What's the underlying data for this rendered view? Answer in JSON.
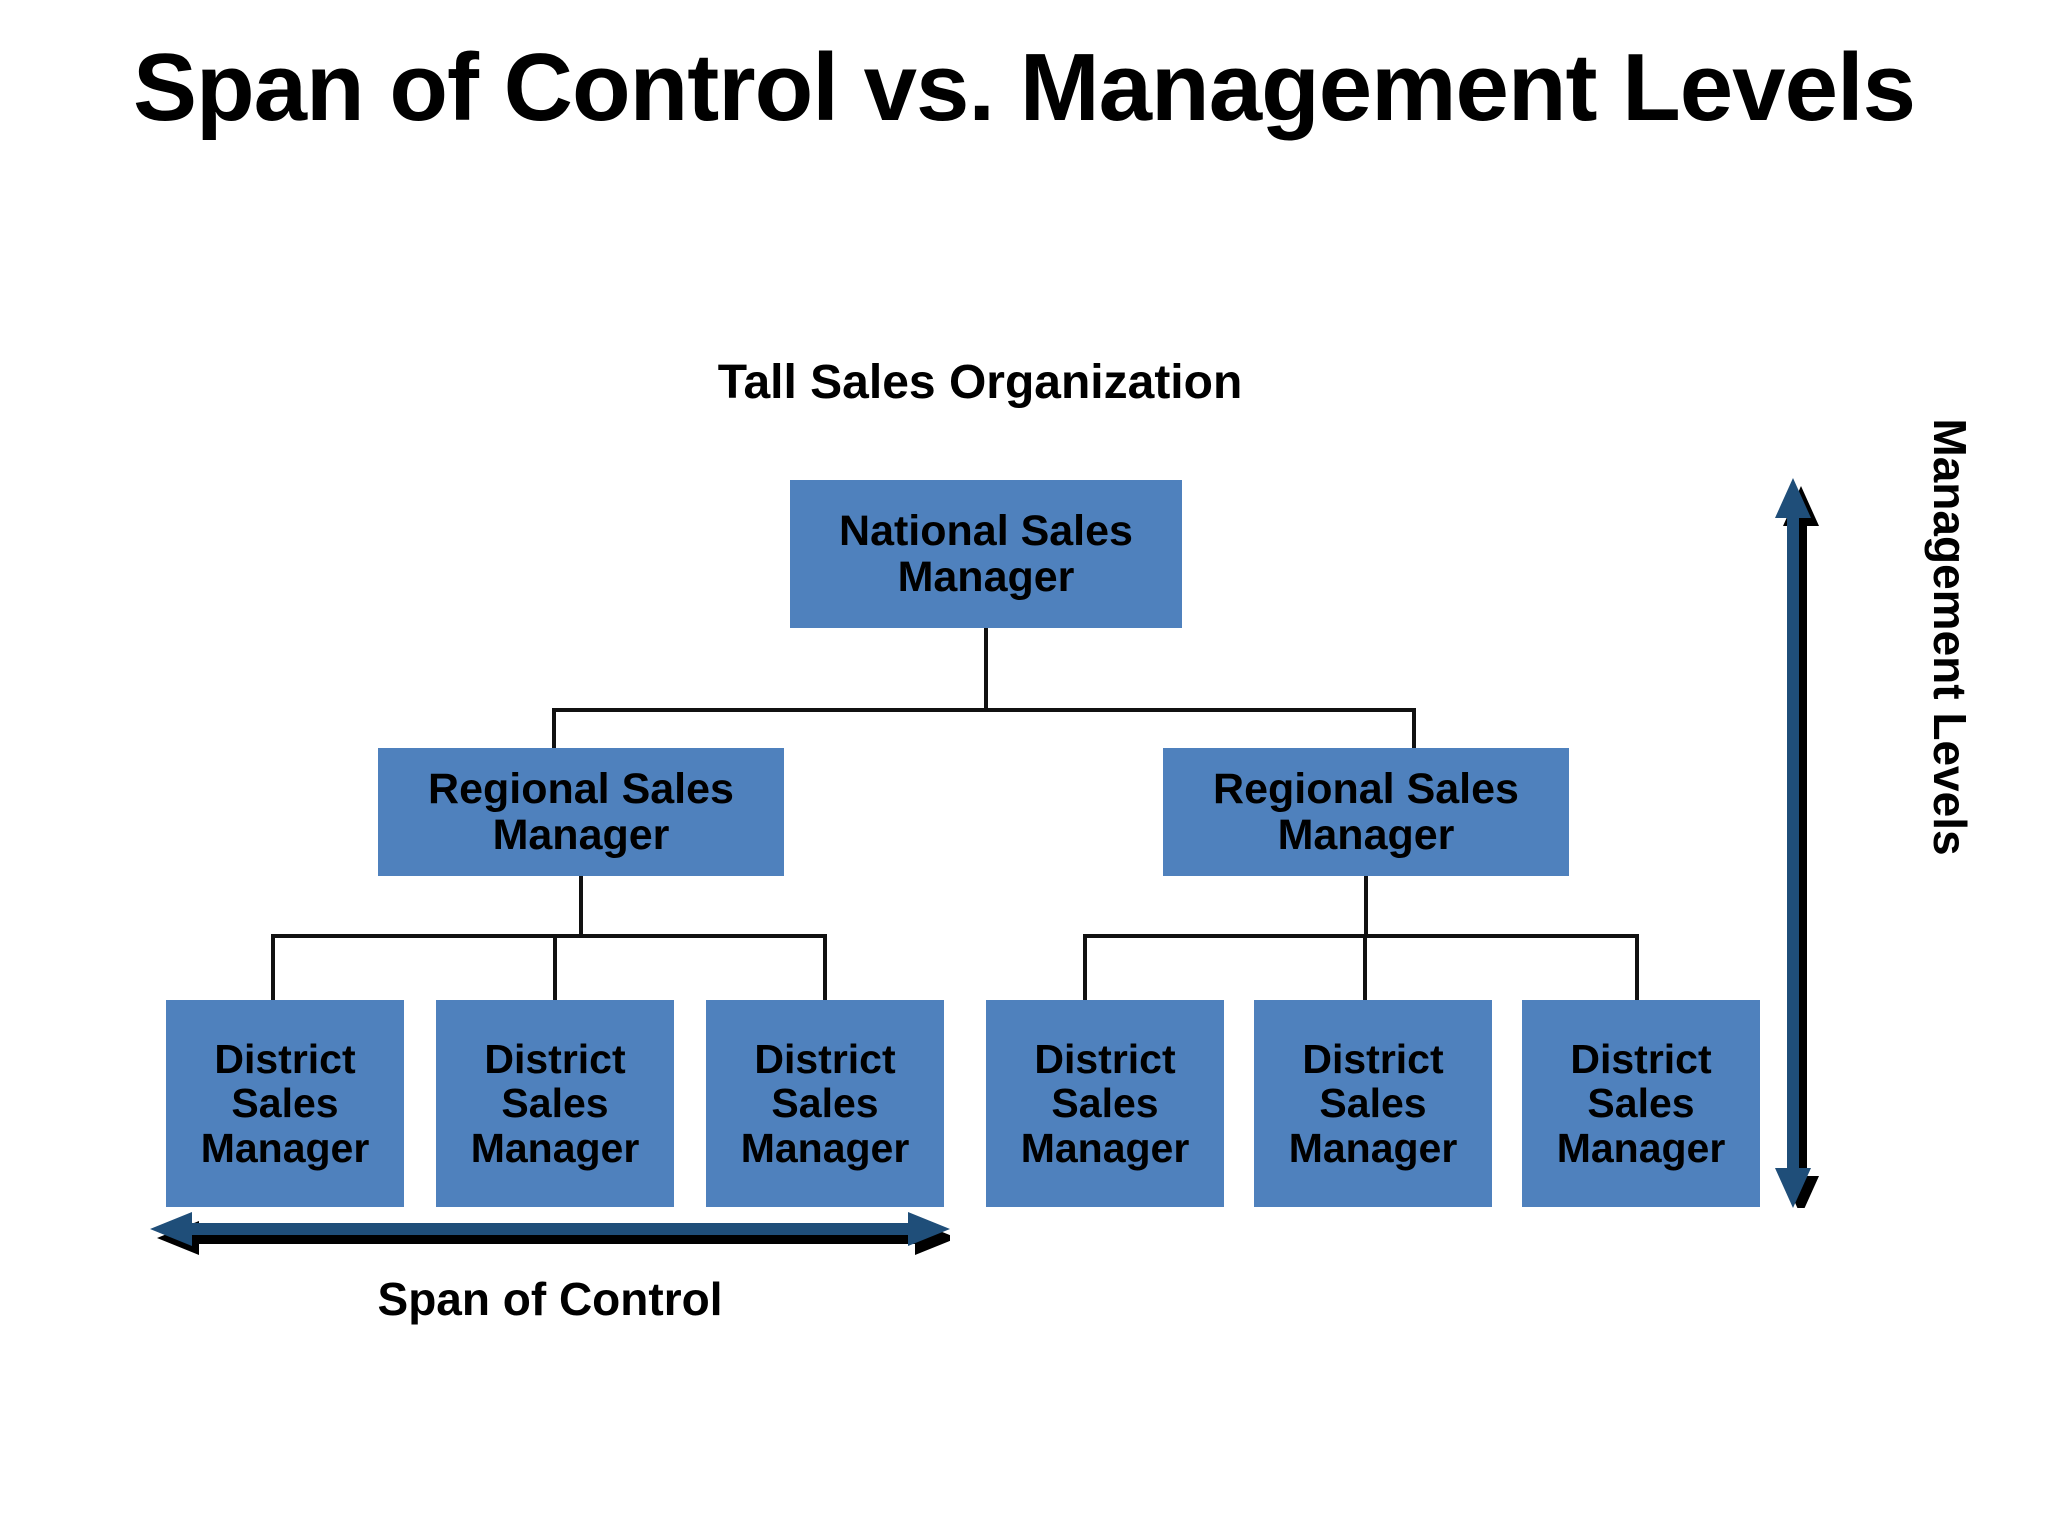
{
  "slide": {
    "title": "Span of Control vs. Management Levels",
    "background_color": "#FFFFFF",
    "box_fill_color": "#4F81BD",
    "arrow_color": "#1F4E79",
    "connector_color": "#111111",
    "text_color": "#000000"
  },
  "chart_data": {
    "type": "diagram",
    "subtitle": "Tall Sales Organization",
    "levels": 3,
    "span_of_control": 3,
    "nodes": [
      {
        "id": "national",
        "level": 1,
        "line1": "National Sales",
        "line2": "Manager",
        "label": "National Sales Manager",
        "children": [
          "regional-left",
          "regional-right"
        ]
      },
      {
        "id": "regional-left",
        "level": 2,
        "line1": "Regional Sales",
        "line2": "Manager",
        "label": "Regional Sales Manager",
        "children": [
          "district-1",
          "district-2",
          "district-3"
        ]
      },
      {
        "id": "regional-right",
        "level": 2,
        "line1": "Regional Sales",
        "line2": "Manager",
        "label": "Regional Sales Manager",
        "children": [
          "district-4",
          "district-5",
          "district-6"
        ]
      },
      {
        "id": "district-1",
        "level": 3,
        "line1": "District",
        "line2": "Sales",
        "line3": "Manager",
        "label": "District Sales Manager",
        "parent": "regional-left"
      },
      {
        "id": "district-2",
        "level": 3,
        "line1": "District",
        "line2": "Sales",
        "line3": "Manager",
        "label": "District Sales Manager",
        "parent": "regional-left"
      },
      {
        "id": "district-3",
        "level": 3,
        "line1": "District",
        "line2": "Sales",
        "line3": "Manager",
        "label": "District Sales Manager",
        "parent": "regional-left"
      },
      {
        "id": "district-4",
        "level": 3,
        "line1": "District",
        "line2": "Sales",
        "line3": "Manager",
        "label": "District Sales Manager",
        "parent": "regional-right"
      },
      {
        "id": "district-5",
        "level": 3,
        "line1": "District",
        "line2": "Sales",
        "line3": "Manager",
        "label": "District Sales Manager",
        "parent": "regional-right"
      },
      {
        "id": "district-6",
        "level": 3,
        "line1": "District",
        "line2": "Sales",
        "line3": "Manager",
        "label": "District Sales Manager",
        "parent": "regional-right"
      }
    ],
    "annotations": [
      {
        "id": "span-of-control",
        "label": "Span of Control",
        "orientation": "horizontal",
        "arrowheads": "both",
        "spans": "district-1 through district-3"
      },
      {
        "id": "management-levels",
        "label": "Management Levels",
        "orientation": "vertical",
        "arrowheads": "both",
        "spans": "level 1 through level 3"
      }
    ]
  }
}
